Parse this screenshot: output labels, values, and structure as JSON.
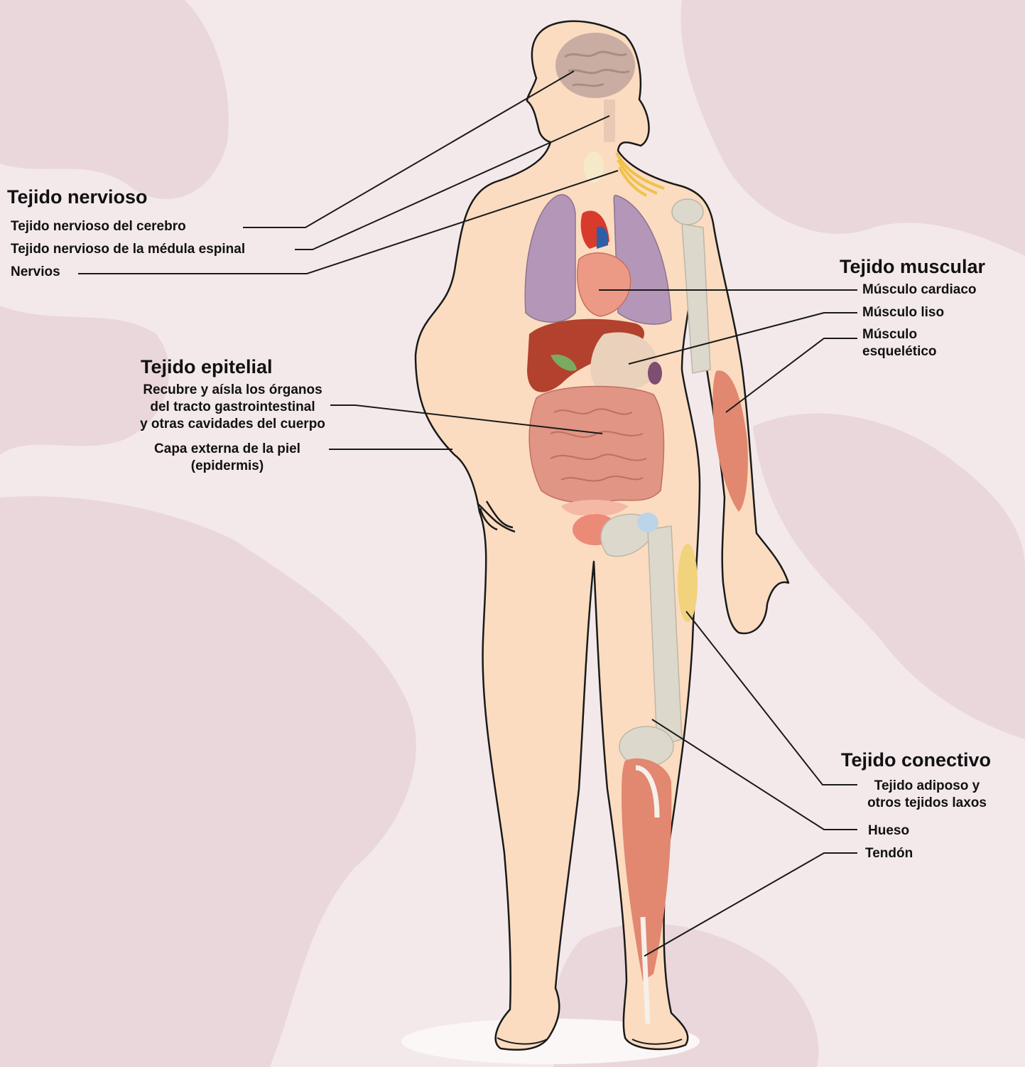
{
  "groups": {
    "nervioso": {
      "title": "Tejido nervioso",
      "items": [
        "Tejido nervioso del cerebro",
        "Tejido nervioso de la médula espinal",
        "Nervios"
      ]
    },
    "epitelial": {
      "title": "Tejido epitelial",
      "items": [
        [
          "Recubre y aísla los órganos",
          "del tracto gastrointestinal",
          "y otras cavidades del cuerpo"
        ],
        [
          "Capa externa de la piel",
          "(epidermis)"
        ]
      ]
    },
    "muscular": {
      "title": "Tejido muscular",
      "items": [
        [
          "Músculo cardiaco"
        ],
        [
          "Músculo liso"
        ],
        [
          "Músculo",
          "esquelético"
        ]
      ]
    },
    "conectivo": {
      "title": "Tejido conectivo",
      "items": [
        [
          "Tejido adiposo y",
          "otros tejidos laxos"
        ],
        [
          "Hueso"
        ],
        [
          "Tendón"
        ]
      ]
    }
  },
  "colors": {
    "background": "#f3e9eb",
    "map_shapes": "#ead7db",
    "skin": "#fbdcc0",
    "outline": "#1a1a1a",
    "lung": "#b497b8",
    "heart": "#ec9a86",
    "liver": "#b2412e",
    "intestine": "#e09585",
    "bone": "#ddd8cc",
    "muscle": "#e28770",
    "nerve": "#f0c14b",
    "brain": "#c9ada2",
    "leader_line": "#1a1a1a"
  }
}
